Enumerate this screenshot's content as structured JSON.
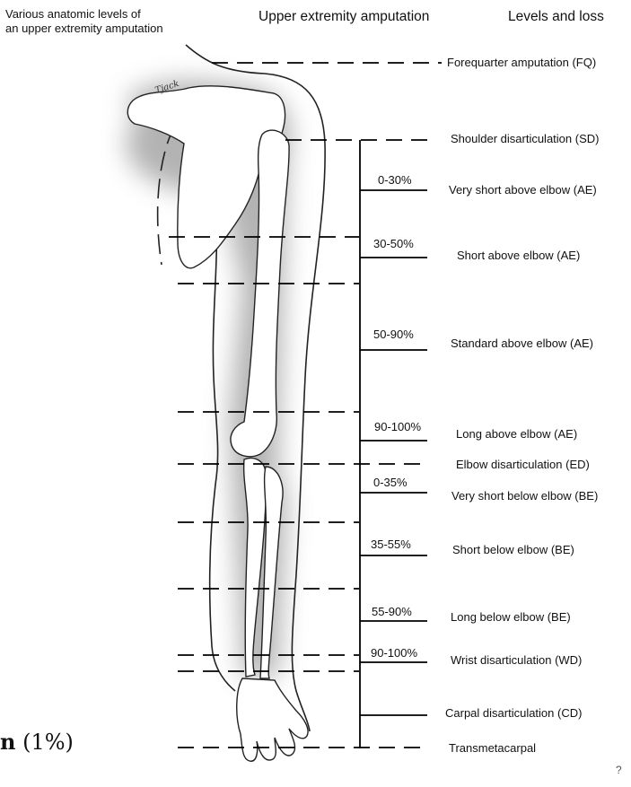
{
  "header": {
    "caption_line1": "Various  anatomic levels of",
    "caption_line2": "an upper extremity amputation",
    "title_center": "Upper extremity amputation",
    "title_right": "Levels and loss"
  },
  "levels": [
    "Forequarter amputation (FQ)",
    "Shoulder disarticulation (SD)",
    "Very short above elbow (AE)",
    "Short above elbow (AE)",
    "Standard above elbow (AE)",
    "Long above elbow (AE)",
    "Elbow disarticulation (ED)",
    "Very short below elbow (BE)",
    "Short below elbow (BE)",
    "Long below elbow (BE)",
    "Wrist disarticulation (WD)",
    "Carpal disarticulation (CD)",
    "Transmetacarpal"
  ],
  "percentages": [
    "0-30%",
    "30-50%",
    "50-90%",
    "90-100%",
    "0-35%",
    "35-55%",
    "55-90%",
    "90-100%"
  ],
  "artist_signature": "Tjack",
  "bottom_snippet": {
    "bold": "n",
    "rest": " (1%)"
  },
  "corner_glyph": "?"
}
